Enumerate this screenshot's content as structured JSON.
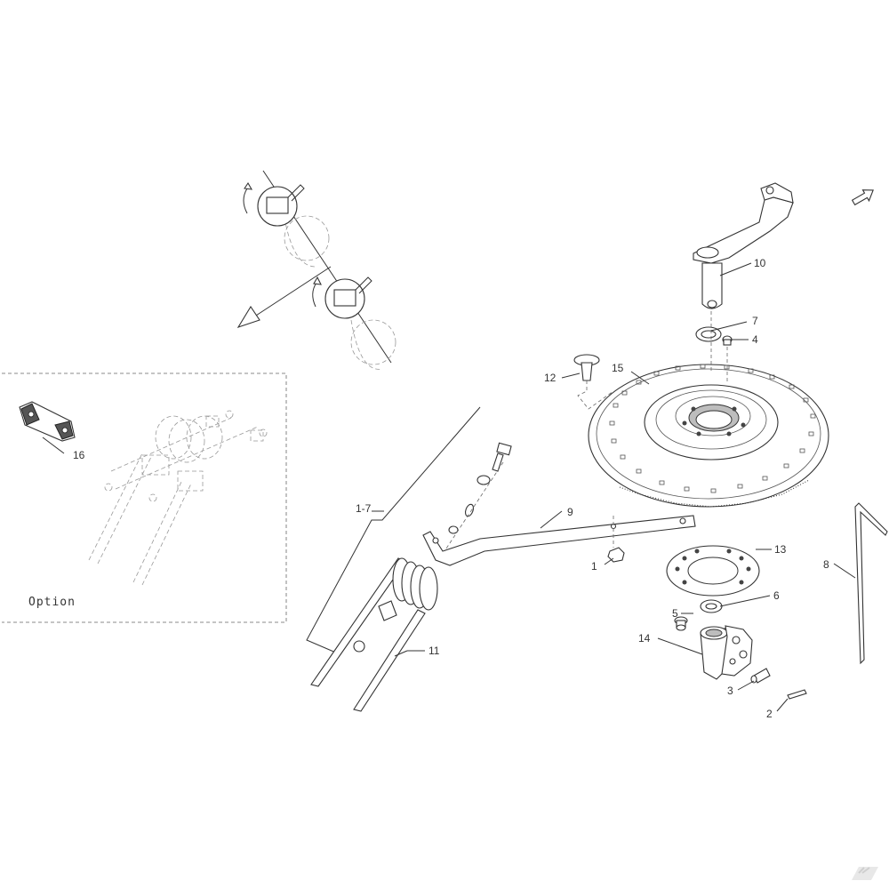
{
  "callouts": {
    "c1": "1",
    "c2": "2",
    "c3": "3",
    "c4": "4",
    "c5": "5",
    "c6": "6",
    "c7": "7",
    "c8": "8",
    "c9": "9",
    "c10": "10",
    "c11": "11",
    "c12": "12",
    "c13": "13",
    "c14": "14",
    "c15": "15",
    "c16": "16",
    "range": "1-7"
  },
  "option_box": {
    "label": "Option"
  }
}
